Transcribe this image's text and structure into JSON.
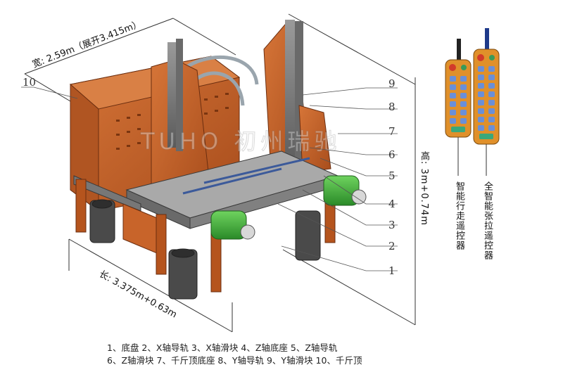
{
  "dimensions": {
    "width_label": "宽: 2.59m（展开3.415m）",
    "length_label": "长: 3.375m+0.63m",
    "height_label": "高: 3m+0.74m"
  },
  "watermark": "TUHO 初州瑞驰",
  "callouts": [
    "1",
    "2",
    "3",
    "4",
    "5",
    "6",
    "7",
    "8",
    "9",
    "10"
  ],
  "remotes": {
    "walking_label": "智能行走遥控器",
    "tension_label": "全智能张拉遥控器"
  },
  "legend": {
    "line1": "1、底盘 2、X轴导轨 3、X轴滑块 4、Z轴底座 5、Z轴导轨",
    "line2": "6、Z轴滑块 7、千斤顶底座 8、Y轴导轨 9、Y轴滑块 10、千斤顶"
  },
  "colors": {
    "machine_orange": "#c8642a",
    "frame_gray": "#8a8a8a",
    "jack_green": "#3ea83a",
    "remote_orange": "#e0902a",
    "button_blue": "#6a8fd8"
  }
}
